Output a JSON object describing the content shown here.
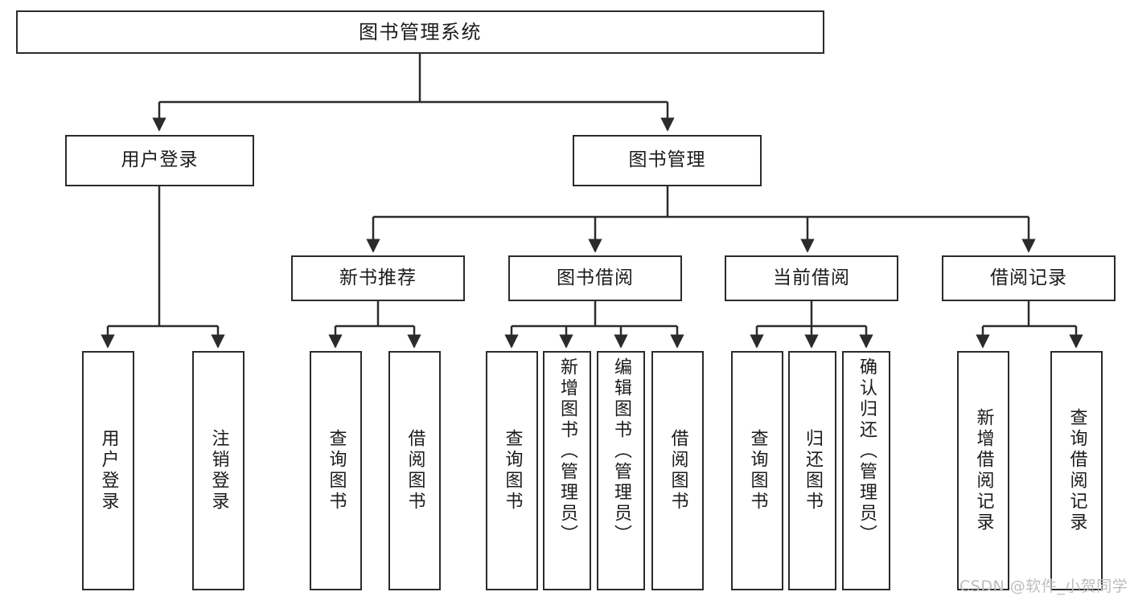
{
  "diagram": {
    "title": "图书管理系统",
    "type": "tree-hierarchy",
    "levels": 4,
    "colors": {
      "stroke": "#2b2b2b",
      "fill": "#ffffff",
      "text": "#1b1b1b",
      "watermark": "#bdbdbd"
    },
    "root": {
      "label": "图书管理系统"
    },
    "level2": [
      {
        "label": "用户登录"
      },
      {
        "label": "图书管理"
      }
    ],
    "level3": [
      {
        "label": "新书推荐"
      },
      {
        "label": "图书借阅"
      },
      {
        "label": "当前借阅"
      },
      {
        "label": "借阅记录"
      }
    ],
    "leaves": {
      "user_login": [
        {
          "label": "用户登录"
        },
        {
          "label": "注销登录"
        }
      ],
      "new_book_recommend": [
        {
          "label": "查询图书"
        },
        {
          "label": "借阅图书"
        }
      ],
      "book_borrow": [
        {
          "label": "查询图书"
        },
        {
          "label": "新增图书（管理员）"
        },
        {
          "label": "编辑图书（管理员）"
        },
        {
          "label": "借阅图书"
        }
      ],
      "current_borrow": [
        {
          "label": "查询图书"
        },
        {
          "label": "归还图书"
        },
        {
          "label": "确认归还（管理员）"
        }
      ],
      "borrow_records": [
        {
          "label": "新增借阅记录"
        },
        {
          "label": "查询借阅记录"
        }
      ]
    }
  },
  "watermark": {
    "text": "CSDN @软件_小贺同学"
  }
}
